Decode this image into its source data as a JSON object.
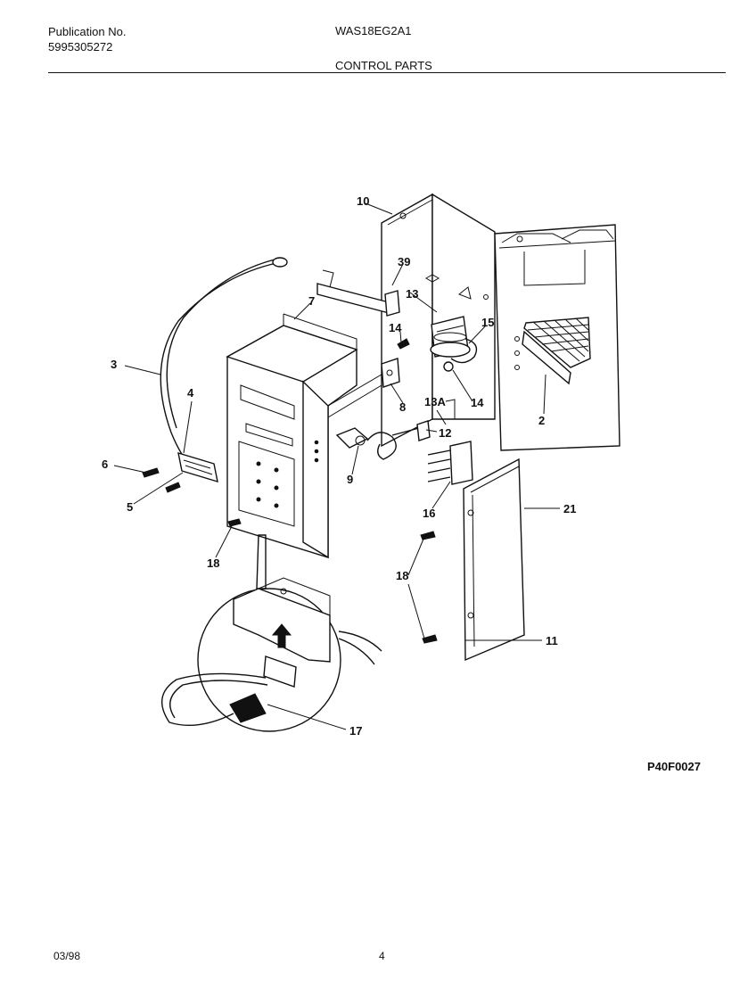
{
  "header": {
    "publication_label": "Publication No.",
    "publication_number": "5995305272",
    "model": "WAS18EG2A1",
    "section_title": "CONTROL PARTS"
  },
  "diagram": {
    "callouts": {
      "c10": "10",
      "c39": "39",
      "c13": "13",
      "c7": "7",
      "c14a": "14",
      "c15": "15",
      "c3": "3",
      "c4": "4",
      "c2": "2",
      "c8": "8",
      "c14b": "14",
      "c13A": "13A",
      "c12": "12",
      "c6": "6",
      "c9": "9",
      "c5": "5",
      "c16": "16",
      "c21": "21",
      "c18a": "18",
      "c18b": "18",
      "c11": "11",
      "c17": "17"
    },
    "figure_code": "P40F0027"
  },
  "footer": {
    "date": "03/98",
    "page": "4"
  }
}
